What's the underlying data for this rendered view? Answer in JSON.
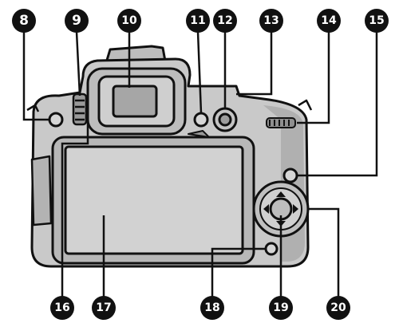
{
  "diagram": {
    "colors": {
      "body": "#c9c9c9",
      "body_shade": "#a9a9a9",
      "screen": "#d2d2d2",
      "screen_bezel": "#b7b7b7",
      "viewfinder": "#bdbdbd",
      "outline": "#111111",
      "callout": "#111111",
      "callout_text": "#ffffff"
    },
    "callouts": [
      {
        "id": "c8",
        "number": "8"
      },
      {
        "id": "c9",
        "number": "9"
      },
      {
        "id": "c10",
        "number": "10"
      },
      {
        "id": "c11",
        "number": "11"
      },
      {
        "id": "c12",
        "number": "12"
      },
      {
        "id": "c13",
        "number": "13"
      },
      {
        "id": "c14",
        "number": "14"
      },
      {
        "id": "c15",
        "number": "15"
      },
      {
        "id": "c16",
        "number": "16"
      },
      {
        "id": "c17",
        "number": "17"
      },
      {
        "id": "c18",
        "number": "18"
      },
      {
        "id": "c19",
        "number": "19"
      },
      {
        "id": "c20",
        "number": "20"
      }
    ]
  }
}
